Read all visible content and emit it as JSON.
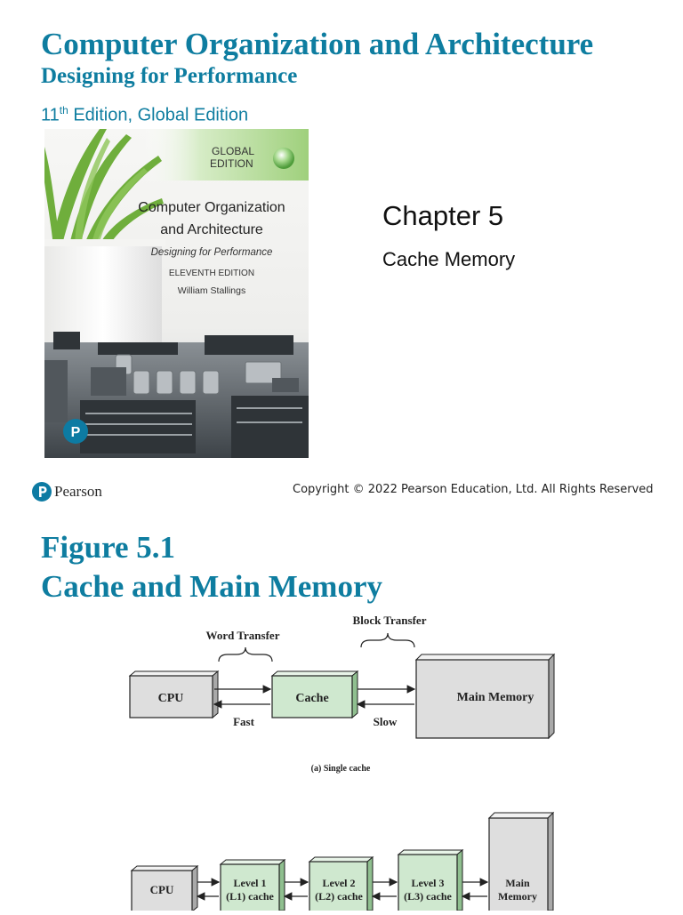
{
  "slide1": {
    "title": "Computer Organization and Architecture",
    "subtitle": "Designing for Performance",
    "edition_number": "11",
    "edition_suffix": "th",
    "edition_rest": " Edition, Global Edition",
    "cover": {
      "badge_line1": "GLOBAL",
      "badge_line2": "EDITION",
      "title_line1": "Computer Organization",
      "title_line2": "and Architecture",
      "subtitle": "Designing for Performance",
      "edition": "ELEVENTH EDITION",
      "author": "William Stallings",
      "publisher_letter": "P"
    },
    "chapter_label": "Chapter 5",
    "chapter_subtitle": "Cache Memory",
    "footer": {
      "logo_text": "Pearson",
      "copyright": "Copyright © 2022 Pearson Education, Ltd. All Rights Reserved"
    }
  },
  "slide2": {
    "title_line1": "Figure 5.1",
    "title_line2": "Cache and Main Memory",
    "diagram_a": {
      "word_transfer": "Word Transfer",
      "block_transfer": "Block Transfer",
      "cpu": "CPU",
      "cache": "Cache",
      "main_memory": "Main Memory",
      "fast": "Fast",
      "slow": "Slow",
      "caption": "(a) Single cache"
    },
    "diagram_b": {
      "cpu": "CPU",
      "l1_line1": "Level 1",
      "l1_line2": "(L1) cache",
      "l2_line1": "Level 2",
      "l2_line2": "(L2) cache",
      "l3_line1": "Level 3",
      "l3_line2": "(L3) cache",
      "mem_line1": "Main",
      "mem_line2": "Memory"
    }
  },
  "colors": {
    "title_teal": "#0e7da0",
    "cache_green": "#cfe8cf",
    "box_gray": "#dedede"
  }
}
